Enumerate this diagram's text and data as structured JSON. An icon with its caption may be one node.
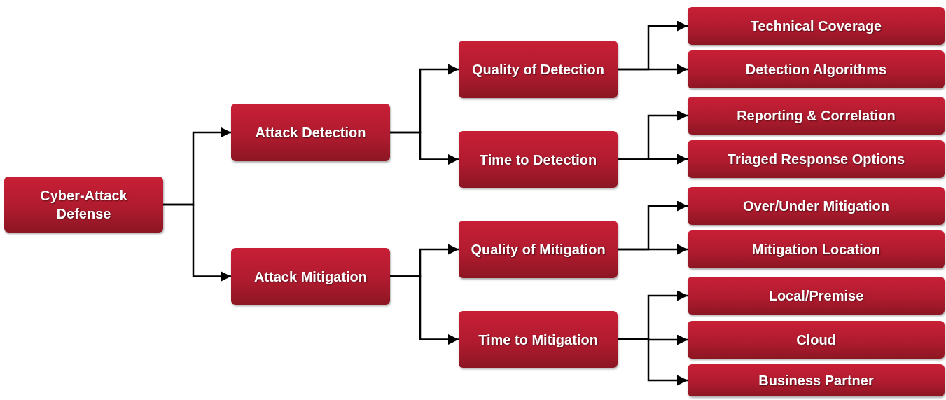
{
  "diagram": {
    "nodes": [
      {
        "text": [
          "Cyber-Attack Defense"
        ]
      },
      {
        "text": [
          "Attack Detection"
        ]
      },
      {
        "text": [
          "Attack Mitigation"
        ]
      },
      {
        "text": [
          "Quality of Detection"
        ]
      },
      {
        "text": [
          "Time to Detection"
        ]
      },
      {
        "text": [
          "Quality of Mitigation"
        ]
      },
      {
        "text": [
          "Time to Mitigation"
        ]
      },
      {
        "text": [
          "Technical Coverage"
        ]
      },
      {
        "text": [
          "Detection Algorithms"
        ]
      },
      {
        "text": [
          "Reporting & Correlation"
        ]
      },
      {
        "text": [
          "Triaged Response Options"
        ]
      },
      {
        "text": [
          "Over/Under Mitigation"
        ]
      },
      {
        "text": [
          "Mitigation Location"
        ]
      },
      {
        "text": [
          "Local/Premise"
        ]
      },
      {
        "text": [
          "Cloud"
        ]
      },
      {
        "text": [
          "Business Partner"
        ]
      }
    ],
    "edges": [
      {
        "from": 0,
        "to": 1,
        "arrow": "to"
      },
      {
        "from": 0,
        "to": 2,
        "arrow": "to"
      },
      {
        "from": 1,
        "to": 3,
        "arrow": "to"
      },
      {
        "from": 1,
        "to": 4,
        "arrow": "to"
      },
      {
        "from": 2,
        "to": 5,
        "arrow": "to"
      },
      {
        "from": 2,
        "to": 6,
        "arrow": "to"
      },
      {
        "from": 3,
        "to": 7,
        "arrow": "to"
      },
      {
        "from": 3,
        "to": 8,
        "arrow": "to"
      },
      {
        "from": 4,
        "to": 9,
        "arrow": "to"
      },
      {
        "from": 4,
        "to": 10,
        "arrow": "to"
      },
      {
        "from": 5,
        "to": 11,
        "arrow": "to"
      },
      {
        "from": 5,
        "to": 12,
        "arrow": "to"
      },
      {
        "from": 6,
        "to": 13,
        "arrow": "to"
      },
      {
        "from": 6,
        "to": 14,
        "arrow": "to"
      },
      {
        "from": 6,
        "to": 15,
        "arrow": "to"
      }
    ]
  }
}
